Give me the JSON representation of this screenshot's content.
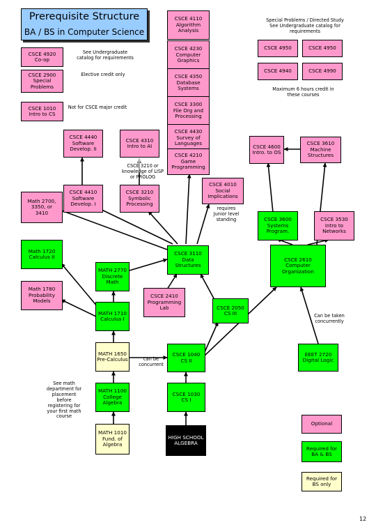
{
  "title": "Prerequisite Structure",
  "subtitle": "BA / BS in Computer Science",
  "courses": {
    "csce4110": "CSCE 4110\nAlgorithm\nAnalysis",
    "csce4230": "CSCE 4230\nComputer\nGraphics",
    "csce4350": "CSCE 4350\nDatabase\nSystems",
    "csce3300": "CSCE 3300\nFile Org and\nProcessing",
    "csce4430": "CSCE 4430\nSurvey of\nLanguages",
    "csce4210": "CSCE 4210\nGame\nProgramming",
    "csce4920": "CSCE 4920\nCo-op",
    "csce2900": "CSCE 2900\nSpecial\nProblems",
    "csce1010": "CSCE 1010\nIntro to CS",
    "csce4950": "CSCE 4950",
    "csce4950b": "CSCE 4950",
    "csce4940": "CSCE 4940",
    "csce4990": "CSCE 4990",
    "csce4440": "CSCE 4440\nSoftware\nDevelop. II",
    "csce4310": "CSCE 4310\nIntro to AI",
    "csce4600": "CSCE 4600\nIntro. to OS",
    "csce3610": "CSCE 3610\nMachine\nStructures",
    "csce4010": "CSCE 4010\nSocial\nImplications",
    "csce4410": "CSCE 4410\nSoftware\nDevelop. I",
    "csce3210": "CSCE 3210\nSymbolic\nProcessing",
    "math2700": "Math 2700,\n3350, or\n3410",
    "csce3600": "CSCE 3600\nSystems\nProgram.",
    "csce3530": "CSCE 3530\nIntro to\nNetworks",
    "math1720": "Math 1720\nCalculus II",
    "csce3110": "CSCE 3110\nData\nStructures",
    "csce2610": "CSCE 2610\nComputer\nOrganization",
    "math2770": "MATH 2770\nDiscrete\nMath",
    "math1780": "Math 1780\nProbability\nModels",
    "csce2410": "CSCE 2410\nProgramming\nLab",
    "csce2050": "CSCE 2050\nCS III",
    "math1710": "MATH 1710\nCalculus I",
    "math1650": "MATH 1650\nPre-Calculus",
    "csce1040": "CSCE 1040\nCS II",
    "eeet2720": "EEET 2720\nDigital Logic",
    "math1100": "MATH 1100\nCollege\nAlgebra",
    "csce1030": "CSCE 1030\nCS I",
    "math1010": "MATH 1010\nFund. of\nAlgebra",
    "hs_algebra": "HIGH SCHOOL\nALGEBRA"
  },
  "notes": {
    "special": "Special Problems / Directed Study\nSee Undergraduate catalog for\nrequirements",
    "coop": "See Undergraduate\ncatalog for requirements",
    "elective": "Elective credit only",
    "not_major": "Not for CSCE major credit",
    "max_hours": "Maximum 6 hours credit in\nthese courses",
    "csce3210_or": "CSCE 3210 or\nknowledge of LISP\nor PROLOG",
    "junior": "requires\nJunior level\nstanding",
    "concurrent1": "can be\nconcurrent",
    "concurrent2": "Can be taken\nconcurrently",
    "see_math": "See math\ndepartment for\nplacement\nbefore\nregistering for\nyour first math\ncourse"
  },
  "legend": {
    "optional": "Optional",
    "required_ba_bs": "Required for\nBA & BS",
    "required_bs": "Required for\nBS only"
  },
  "colors": {
    "title_bg": "#99ccff",
    "optional": "#ff99cc",
    "required_ba_bs": "#00ff00",
    "required_bs": "#ffffcc",
    "hs_algebra": "#000000",
    "note_arrow": "#bbbbbb"
  },
  "page_number": "12"
}
